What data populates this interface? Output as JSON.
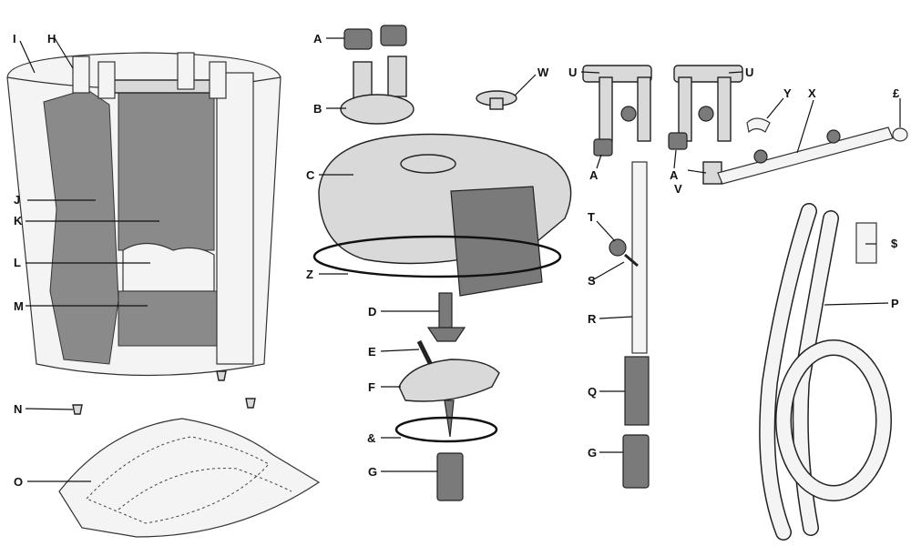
{
  "labels": {
    "I": "I",
    "H": "H",
    "J": "J",
    "K": "K",
    "L": "L",
    "M": "M",
    "N": "N",
    "O": "O",
    "A1": "A",
    "B": "B",
    "C": "C",
    "Z": "Z",
    "D": "D",
    "E": "E",
    "F": "F",
    "amp": "&",
    "G1": "G",
    "W": "W",
    "U1": "U",
    "U2": "U",
    "Y": "Y",
    "X": "X",
    "pound": "£",
    "A2": "A",
    "A3": "A",
    "V": "V",
    "T": "T",
    "S": "S",
    "R": "R",
    "Q": "Q",
    "G2": "G",
    "dollar": "$",
    "P": "P"
  },
  "colors": {
    "line": "#222222",
    "foam": "#8a8a8a",
    "plastic": "#d9d9d9",
    "background": "#ffffff"
  }
}
